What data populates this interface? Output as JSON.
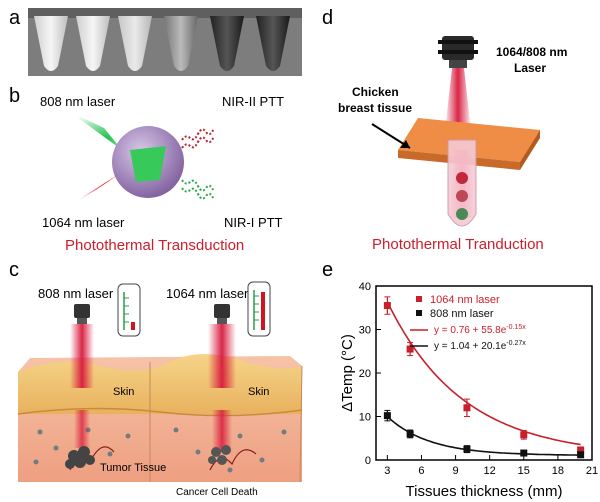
{
  "panels": {
    "a": {
      "letter": "a"
    },
    "b": {
      "letter": "b",
      "laser_808": "808 nm laser",
      "laser_1064": "1064 nm laser",
      "nir2": "NIR-II PTT",
      "nir1": "NIR-I PTT",
      "caption": "Photothermal Transduction"
    },
    "c": {
      "letter": "c",
      "laser_808": "808 nm laser",
      "laser_1064": "1064 nm laser",
      "skin_left": "Skin",
      "skin_right": "Skin",
      "tumor": "Tumor Tissue",
      "caption": "Cancer Cell Death"
    },
    "d": {
      "letter": "d",
      "laser": "1064/808 nm\nLaser",
      "laser_line1": "1064/808 nm",
      "laser_line2": "Laser",
      "tissue_line1": "Chicken",
      "tissue_line2": "breast tissue",
      "caption": "Photothermal Tranduction"
    },
    "e": {
      "letter": "e"
    }
  },
  "colors": {
    "laser_red": "#d81a3c",
    "caption_red": "#cf1d2b",
    "series_1064": "#c8202a",
    "series_808": "#111111",
    "skin": "#f0c477",
    "tissue": "#f3b49a",
    "slab": "#e8823f"
  },
  "chart_data": {
    "type": "scatter",
    "xlabel": "Tissues thickness (mm)",
    "ylabel": "ΔTemp (°C)",
    "xlim": [
      2,
      21
    ],
    "ylim": [
      0,
      40
    ],
    "xticks": [
      "3",
      "6",
      "9",
      "12",
      "15",
      "18",
      "21"
    ],
    "yticks": [
      "0",
      "10",
      "20",
      "30",
      "40"
    ],
    "legend_position": "top-right",
    "series": [
      {
        "name": "1064 nm laser",
        "color": "#c8202a",
        "marker": "square",
        "x": [
          3,
          5,
          10,
          15,
          20
        ],
        "y": [
          35.5,
          25.5,
          12.0,
          5.8,
          2.3
        ],
        "err": [
          2.0,
          1.5,
          2.0,
          1.0,
          0.7
        ],
        "fit": {
          "label": "y = 0.76 + 55.8e",
          "exp": "-0.15x",
          "a": 0.76,
          "b": 55.8,
          "k": 0.15
        }
      },
      {
        "name": "808 nm laser",
        "color": "#111111",
        "marker": "square",
        "x": [
          3,
          5,
          10,
          15,
          20
        ],
        "y": [
          10.2,
          6.0,
          2.5,
          1.6,
          1.2
        ],
        "err": [
          1.2,
          0.9,
          0.8,
          0.5,
          0.4
        ],
        "fit": {
          "label": "y = 1.04 + 20.1e",
          "exp": "-0.27x",
          "a": 1.04,
          "b": 20.1,
          "k": 0.27
        }
      }
    ]
  }
}
